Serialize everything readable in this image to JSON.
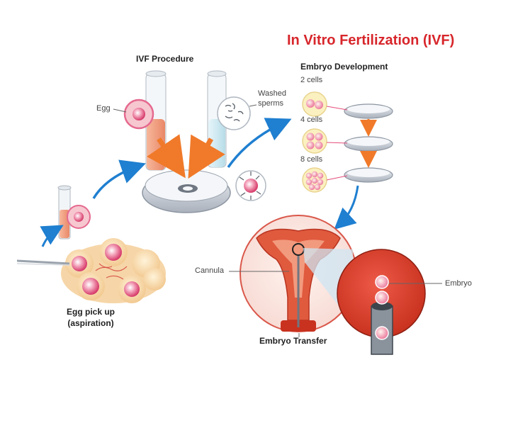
{
  "title": "In Vitro Fertilization (IVF)",
  "labels": {
    "ivf_procedure": "IVF Procedure",
    "embryo_development": "Embryo Development",
    "egg": "Egg",
    "washed_sperms": "Washed\nsperms",
    "cells_2": "2 cells",
    "cells_4": "4 cells",
    "cells_8": "8 cells",
    "cannula": "Cannula",
    "embryo": "Embryo",
    "embryo_transfer": "Embryo Transfer",
    "egg_pick_up": "Egg pick up\n(aspiration)"
  },
  "colors": {
    "title": "#d7262b",
    "arrow_blue": "#1f7fd0",
    "arrow_orange": "#f07a2a",
    "egg_pink": "#e64d7a",
    "egg_light": "#f7c7d0",
    "tube_orange": "#f3a07f",
    "tube_blue": "#cfe9f2",
    "dish_grey": "#c9ced6",
    "uterus_red": "#d6452f",
    "follicle_cream": "#f8dcaa",
    "cell_cream": "#fbf0c0",
    "cell_pink": "#ec6f98"
  }
}
